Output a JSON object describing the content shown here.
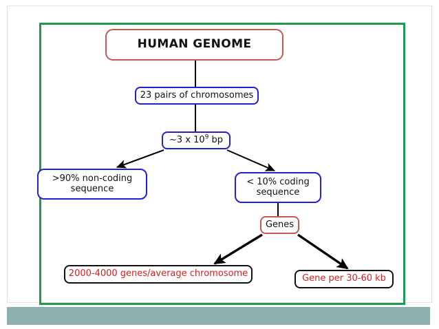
{
  "slide": {
    "frame_color": "#1d9b4e",
    "footer_color": "#8fb0b0",
    "background": "#ffffff"
  },
  "palette": {
    "red_border": "#c25a52",
    "blue_border": "#2121cf",
    "black_border": "#111111",
    "red_text": "#e01b1b",
    "black_text": "#111111",
    "connector": "#000000"
  },
  "diagram": {
    "type": "flowchart",
    "title": "HUMAN GENOME",
    "nodes": [
      {
        "id": "human-genome",
        "label": "HUMAN GENOME",
        "border_color": "#c25a52",
        "text_color": "#111111"
      },
      {
        "id": "chromosomes",
        "label": "23 pairs of chromosomes",
        "border_color": "#2121cf",
        "text_color": "#111111"
      },
      {
        "id": "base-pairs",
        "label_prefix": "~3 x 10",
        "label_sup": "9",
        "label_suffix": " bp",
        "border_color": "#2121cf",
        "text_color": "#111111"
      },
      {
        "id": "non-coding",
        "line1": ">90% non-coding",
        "line2": "sequence",
        "border_color": "#2121cf",
        "text_color": "#111111"
      },
      {
        "id": "coding",
        "line1": "< 10% coding",
        "line2": "sequence",
        "border_color": "#2121cf",
        "text_color": "#111111"
      },
      {
        "id": "genes",
        "label": "Genes",
        "border_color": "#c25a52",
        "text_color": "#111111"
      },
      {
        "id": "genes-per-chromosome",
        "label": "2000-4000 genes/average chromosome",
        "border_color": "#111111",
        "text_color": "#e01b1b"
      },
      {
        "id": "gene-density",
        "label": "Gene per 30-60 kb",
        "border_color": "#111111",
        "text_color": "#e01b1b"
      }
    ],
    "edges": [
      {
        "from": "human-genome",
        "to": "chromosomes",
        "style": "plain-line"
      },
      {
        "from": "chromosomes",
        "to": "base-pairs",
        "style": "plain-line"
      },
      {
        "from": "base-pairs",
        "to": "non-coding",
        "style": "arrow"
      },
      {
        "from": "base-pairs",
        "to": "coding",
        "style": "arrow"
      },
      {
        "from": "coding",
        "to": "genes",
        "style": "plain-line"
      },
      {
        "from": "genes",
        "to": "genes-per-chromosome",
        "style": "thick-arrow"
      },
      {
        "from": "genes",
        "to": "gene-density",
        "style": "thick-arrow"
      }
    ]
  }
}
